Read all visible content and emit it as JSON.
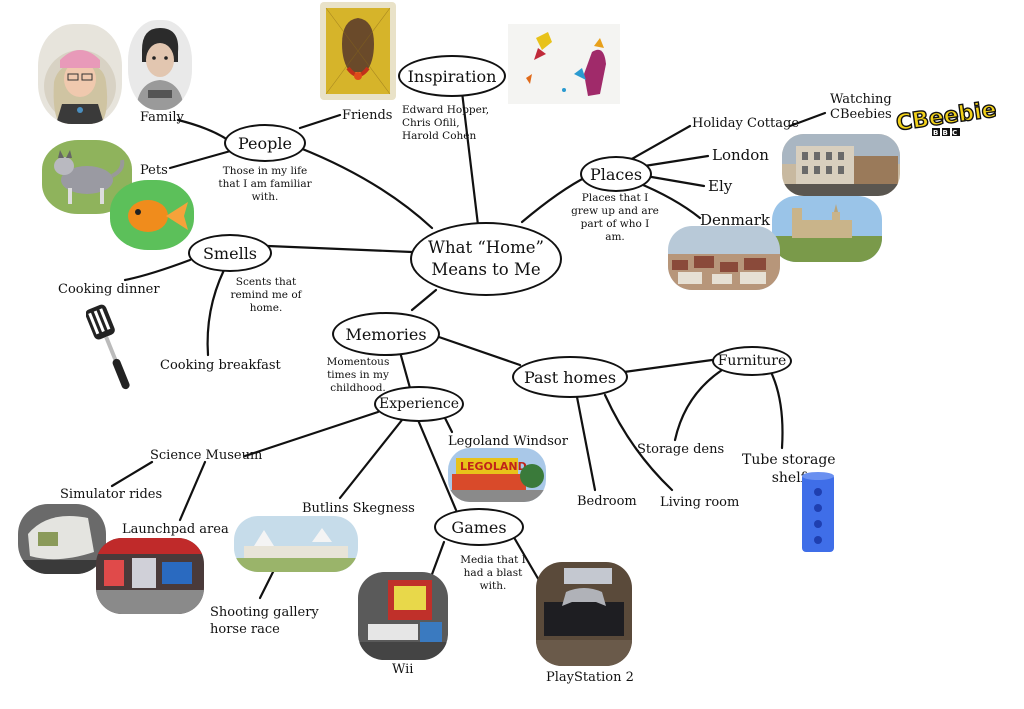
{
  "center": {
    "line1": "What “Home”",
    "line2": "Means to Me"
  },
  "nodes": {
    "people": "People",
    "inspiration": "Inspiration",
    "places": "Places",
    "smells": "Smells",
    "memories": "Memories",
    "past_homes": "Past homes",
    "furniture": "Furniture",
    "experience": "Experience",
    "games": "Games"
  },
  "notes": {
    "people": "Those in my life that I am familiar with.",
    "inspiration": [
      "Edward Hopper,",
      "Chris Ofili,",
      "Harold Cohen"
    ],
    "places": "Places that I grew up and are part of who I am.",
    "smells": "Scents that remind me of home.",
    "memories": "Momentous times in my childhood.",
    "games": "Media that I had a blast with."
  },
  "leaves": {
    "family": "Family",
    "friends": "Friends",
    "pets": "Pets",
    "holiday_cottage": "Holiday Cottage",
    "watching": [
      "Watching",
      "CBeebies"
    ],
    "london": "London",
    "ely": "Ely",
    "denmark": "Denmark",
    "cooking_dinner": "Cooking dinner",
    "cooking_breakfast": "Cooking breakfast",
    "storage_dens": "Storage dens",
    "tube_storage": [
      "Tube storage",
      "shelf"
    ],
    "bedroom": "Bedroom",
    "living_room": "Living room",
    "science_museum": "Science Museum",
    "legoland": "Legoland Windsor",
    "simulator": "Simulator rides",
    "launchpad": "Launchpad area",
    "butlins": "Butlins Skegness",
    "shooting": [
      "Shooting gallery",
      "horse race"
    ],
    "wii": "Wii",
    "ps2": "PlayStation 2"
  },
  "logos": {
    "cbeebies": "CBeebies",
    "bbc": "BBC",
    "legoland_sign": "LEGOLAND"
  },
  "colors": {
    "line": "#111111",
    "cbeebies_yellow": "#f3d21a",
    "bbc_black": "#111111",
    "tube_blue": "#3f6ee8"
  },
  "icons": [
    "portrait-woman-icon",
    "portrait-boy-icon",
    "husky-dog-icon",
    "goldfish-icon",
    "painting-icon",
    "abstract-art-icon",
    "cbeebies-logo",
    "london-street-photo",
    "ely-cathedral-photo",
    "denmark-city-photo",
    "spatula-icon",
    "legoland-photo",
    "simulator-photo",
    "launchpad-photo",
    "butlins-photo",
    "wii-photo",
    "ps2-photo",
    "tube-shelf-icon"
  ]
}
